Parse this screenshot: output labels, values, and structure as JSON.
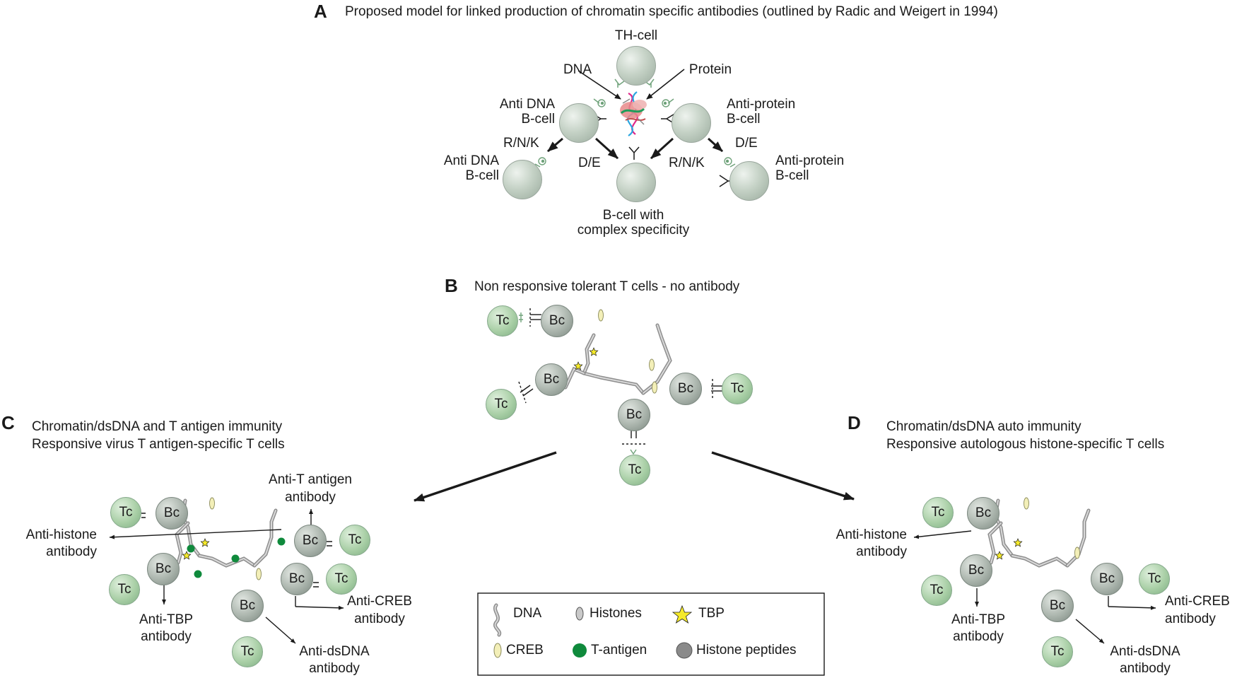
{
  "panel_a": {
    "letter": "A",
    "title": "Proposed model for linked production of chromatin specific antibodies (outlined by Radic and Weigert in 1994)",
    "th_cell_label": "TH-cell",
    "dna_label": "DNA",
    "protein_label": "Protein",
    "anti_dna_bcell": [
      "Anti DNA",
      "B-cell"
    ],
    "anti_protein_bcell": [
      "Anti-protein",
      "B-cell"
    ],
    "mutation_rnk": "R/N/K",
    "mutation_de": "D/E",
    "complex_bcell": [
      "B-cell with",
      "complex specificity"
    ]
  },
  "panel_b": {
    "letter": "B",
    "title": "Non responsive tolerant T cells - no antibody"
  },
  "panel_c": {
    "letter": "C",
    "title": [
      "Chromatin/dsDNA and T antigen immunity",
      "Responsive virus T antigen-specific T cells"
    ],
    "anti_t_antigen": [
      "Anti-T antigen",
      "antibody"
    ]
  },
  "panel_d": {
    "letter": "D",
    "title": [
      "Chromatin/dsDNA auto immunity",
      "Responsive autologous histone-specific T cells"
    ]
  },
  "cells": {
    "bc": "Bc",
    "tc": "Tc"
  },
  "antibodies": {
    "anti_histone": [
      "Anti-histone",
      "antibody"
    ],
    "anti_tbp": [
      "Anti-TBP",
      "antibody"
    ],
    "anti_creb": [
      "Anti-CREB",
      "antibody"
    ],
    "anti_dsdna": [
      "Anti-dsDNA",
      "antibody"
    ]
  },
  "legend": {
    "dna": "DNA",
    "histones": "Histones",
    "tbp": "TBP",
    "creb": "CREB",
    "t_antigen": "T-antigen",
    "histone_peptides": "Histone peptides"
  },
  "colors": {
    "cell_green": "#a9cfa6",
    "cell_gray": "#aab4ac",
    "t_antigen": "#0f8a3c",
    "tbp_star": "#f5ea2a",
    "creb": "#f3efb8",
    "histone_peptide": "#8a8a8a"
  }
}
